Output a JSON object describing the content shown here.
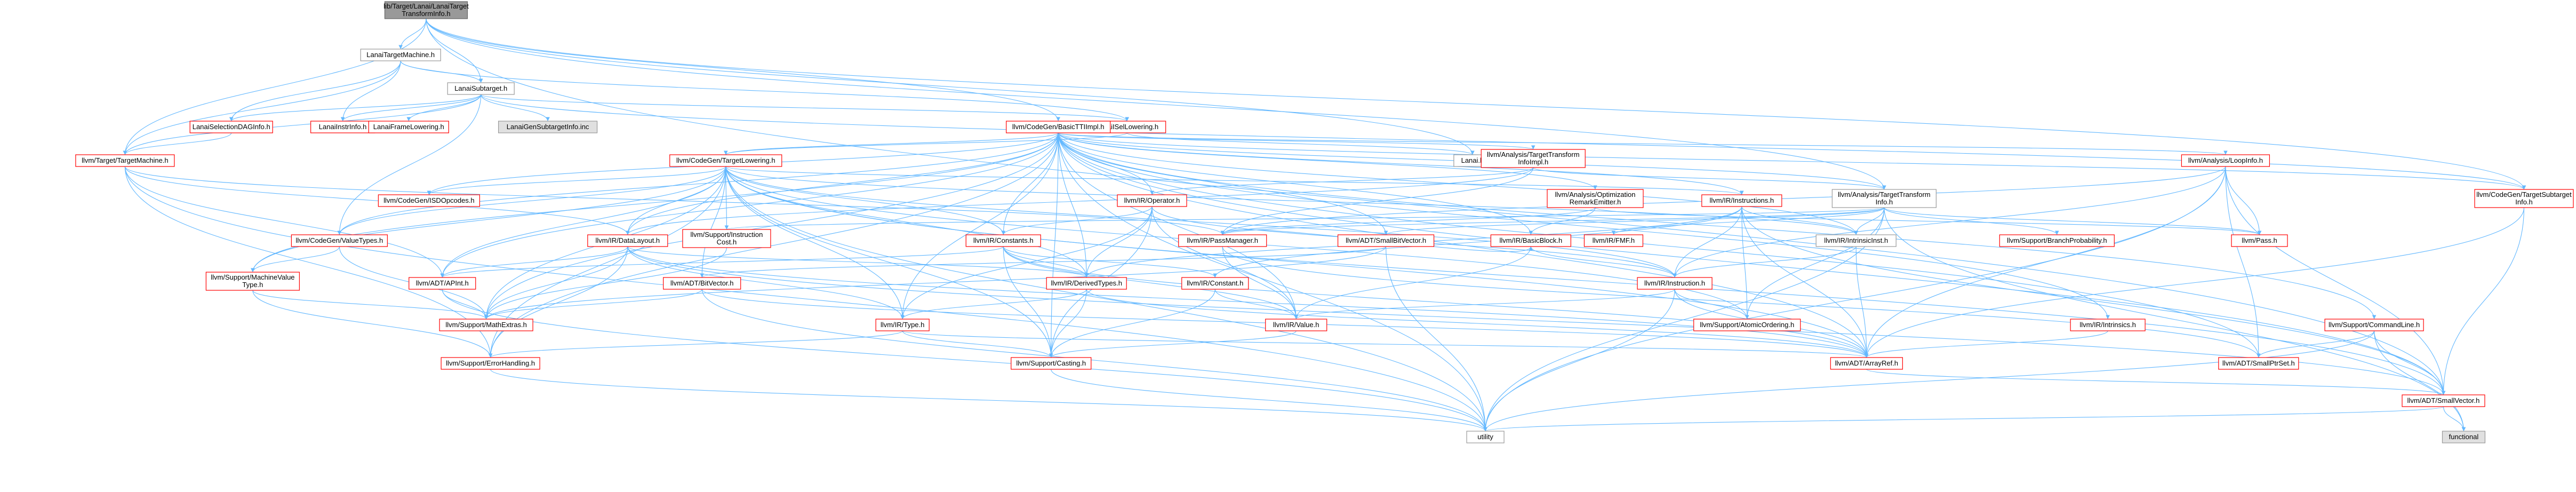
{
  "colors": {
    "edge": "#63b8ff",
    "link_border": "#ff0000",
    "plain_border": "#999999",
    "root_fill": "#999999",
    "dim_fill": "#e0e0e0"
  },
  "nodes": [
    {
      "id": "root",
      "lines": [
        "lib/Target/Lanai/LanaiTarget",
        "TransformInfo.h"
      ],
      "style": "root"
    },
    {
      "id": "lanai_target_machine",
      "lines": [
        "LanaiTargetMachine.h"
      ],
      "style": "gray"
    },
    {
      "id": "lanai_subtarget",
      "lines": [
        "LanaiSubtarget.h"
      ],
      "style": "gray"
    },
    {
      "id": "lanai_selection_dag",
      "lines": [
        "LanaiSelectionDAGInfo.h"
      ],
      "style": "red"
    },
    {
      "id": "lanai_instr_info",
      "lines": [
        "LanaiInstrInfo.h"
      ],
      "style": "red"
    },
    {
      "id": "lanai_frame_lowering",
      "lines": [
        "LanaiFrameLowering.h"
      ],
      "style": "red"
    },
    {
      "id": "lanai_gen_subtarget",
      "lines": [
        "LanaiGenSubtargetInfo.inc"
      ],
      "style": "dim"
    },
    {
      "id": "lanai_isel_lowering",
      "lines": [
        "LanaiISelLowering.h"
      ],
      "style": "red"
    },
    {
      "id": "basic_tti_impl",
      "lines": [
        "llvm/CodeGen/BasicTTIImpl.h"
      ],
      "style": "red"
    },
    {
      "id": "lanai_h",
      "lines": [
        "Lanai.h"
      ],
      "style": "gray"
    },
    {
      "id": "target_machine",
      "lines": [
        "llvm/Target/TargetMachine.h"
      ],
      "style": "red"
    },
    {
      "id": "target_lowering",
      "lines": [
        "llvm/CodeGen/TargetLowering.h"
      ],
      "style": "red"
    },
    {
      "id": "tti_impl",
      "lines": [
        "llvm/Analysis/TargetTransform",
        "InfoImpl.h"
      ],
      "style": "red"
    },
    {
      "id": "loop_info",
      "lines": [
        "llvm/Analysis/LoopInfo.h"
      ],
      "style": "red"
    },
    {
      "id": "isd_opcodes",
      "lines": [
        "llvm/CodeGen/ISDOpcodes.h"
      ],
      "style": "red"
    },
    {
      "id": "ir_operator",
      "lines": [
        "llvm/IR/Operator.h"
      ],
      "style": "red"
    },
    {
      "id": "opt_remark",
      "lines": [
        "llvm/Analysis/Optimization",
        "RemarkEmitter.h"
      ],
      "style": "red"
    },
    {
      "id": "ir_instructions",
      "lines": [
        "llvm/IR/Instructions.h"
      ],
      "style": "red"
    },
    {
      "id": "target_transform_info",
      "lines": [
        "llvm/Analysis/TargetTransform",
        "Info.h"
      ],
      "style": "gray"
    },
    {
      "id": "cg_target_subtarget",
      "lines": [
        "llvm/CodeGen/TargetSubtarget",
        "Info.h"
      ],
      "style": "red"
    },
    {
      "id": "cg_value_types",
      "lines": [
        "llvm/CodeGen/ValueTypes.h"
      ],
      "style": "red"
    },
    {
      "id": "ir_data_layout",
      "lines": [
        "llvm/IR/DataLayout.h"
      ],
      "style": "red"
    },
    {
      "id": "instruction_cost",
      "lines": [
        "llvm/Support/Instruction",
        "Cost.h"
      ],
      "style": "red"
    },
    {
      "id": "ir_constants",
      "lines": [
        "llvm/IR/Constants.h"
      ],
      "style": "red"
    },
    {
      "id": "ir_pass_manager",
      "lines": [
        "llvm/IR/PassManager.h"
      ],
      "style": "red"
    },
    {
      "id": "ir_basic_block",
      "lines": [
        "llvm/IR/BasicBlock.h"
      ],
      "style": "red"
    },
    {
      "id": "adt_small_bit_vector",
      "lines": [
        "llvm/ADT/SmallBitVector.h"
      ],
      "style": "red"
    },
    {
      "id": "ir_fmf",
      "lines": [
        "llvm/IR/FMF.h"
      ],
      "style": "red"
    },
    {
      "id": "ir_intrinsics",
      "lines": [
        "llvm/IR/IntrinsicInst.h"
      ],
      "style": "gray"
    },
    {
      "id": "branch_probability",
      "lines": [
        "llvm/Support/BranchProbability.h"
      ],
      "style": "red"
    },
    {
      "id": "pass_h",
      "lines": [
        "llvm/Pass.h"
      ],
      "style": "red"
    },
    {
      "id": "machine_value_type",
      "lines": [
        "llvm/Support/MachineValue",
        "Type.h"
      ],
      "style": "red"
    },
    {
      "id": "adt_apint",
      "lines": [
        "llvm/ADT/APInt.h"
      ],
      "style": "red"
    },
    {
      "id": "adt_bit_vector",
      "lines": [
        "llvm/ADT/BitVector.h"
      ],
      "style": "red"
    },
    {
      "id": "ir_derived_types",
      "lines": [
        "llvm/IR/DerivedTypes.h"
      ],
      "style": "red"
    },
    {
      "id": "ir_constant",
      "lines": [
        "llvm/IR/Constant.h"
      ],
      "style": "red"
    },
    {
      "id": "ir_instruction",
      "lines": [
        "llvm/IR/Instruction.h"
      ],
      "style": "red"
    },
    {
      "id": "math_extras",
      "lines": [
        "llvm/Support/MathExtras.h"
      ],
      "style": "red"
    },
    {
      "id": "ir_type",
      "lines": [
        "llvm/IR/Type.h"
      ],
      "style": "red"
    },
    {
      "id": "ir_value",
      "lines": [
        "llvm/IR/Value.h"
      ],
      "style": "red"
    },
    {
      "id": "atomic_ordering",
      "lines": [
        "llvm/Support/AtomicOrdering.h"
      ],
      "style": "red"
    },
    {
      "id": "ir_intrinsics2",
      "lines": [
        "llvm/IR/Intrinsics.h"
      ],
      "style": "red"
    },
    {
      "id": "command_line",
      "lines": [
        "llvm/Support/CommandLine.h"
      ],
      "style": "red"
    },
    {
      "id": "error_handling",
      "lines": [
        "llvm/Support/ErrorHandling.h"
      ],
      "style": "red"
    },
    {
      "id": "casting",
      "lines": [
        "llvm/Support/Casting.h"
      ],
      "style": "red"
    },
    {
      "id": "array_ref",
      "lines": [
        "llvm/ADT/ArrayRef.h"
      ],
      "style": "red"
    },
    {
      "id": "small_ptr_set",
      "lines": [
        "llvm/ADT/SmallPtrSet.h"
      ],
      "style": "red"
    },
    {
      "id": "small_vector",
      "lines": [
        "llvm/ADT/SmallVector.h"
      ],
      "style": "red"
    },
    {
      "id": "utility",
      "lines": [
        "utility"
      ],
      "style": "gray"
    },
    {
      "id": "functional",
      "lines": [
        "functional"
      ],
      "style": "dim"
    }
  ]
}
